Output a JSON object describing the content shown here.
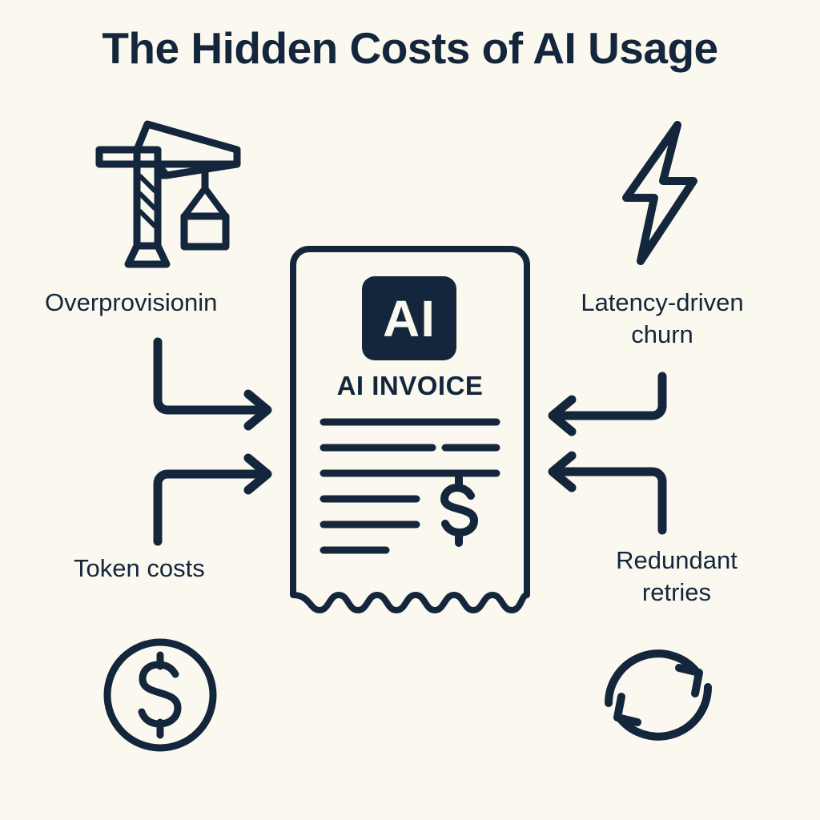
{
  "page": {
    "title": "The Hidden Costs of AI Usage",
    "background_color": "#FBF8EF",
    "ink_color": "#13263C"
  },
  "invoice": {
    "badge_text": "AI",
    "heading": "AI INVOICE",
    "currency_symbol": "$",
    "line_items_count": 6,
    "has_wavy_bottom_edge": true
  },
  "cost_factors": [
    {
      "id": "overprovisioning",
      "label": "Overprovisionin",
      "icon": "crane-icon",
      "position": "top-left",
      "arrow": "elbow-down-right"
    },
    {
      "id": "token-costs",
      "label": "Token costs",
      "icon": "dollar-circle-icon",
      "position": "bottom-left",
      "arrow": "elbow-up-right"
    },
    {
      "id": "latency-driven-churn",
      "label": "Latency-driven\nchurn",
      "icon": "lightning-bolt-icon",
      "position": "top-right",
      "arrow": "elbow-down-left"
    },
    {
      "id": "redundant-retries",
      "label": "Redundant\nretries",
      "icon": "retry-circle-icon",
      "position": "bottom-right",
      "arrow": "elbow-up-left"
    }
  ],
  "labels": {
    "overprovisioning": "Overprovisionin",
    "latency": "Latency-driven\nchurn",
    "token": "Token costs",
    "retries": "Redundant\nretries"
  }
}
